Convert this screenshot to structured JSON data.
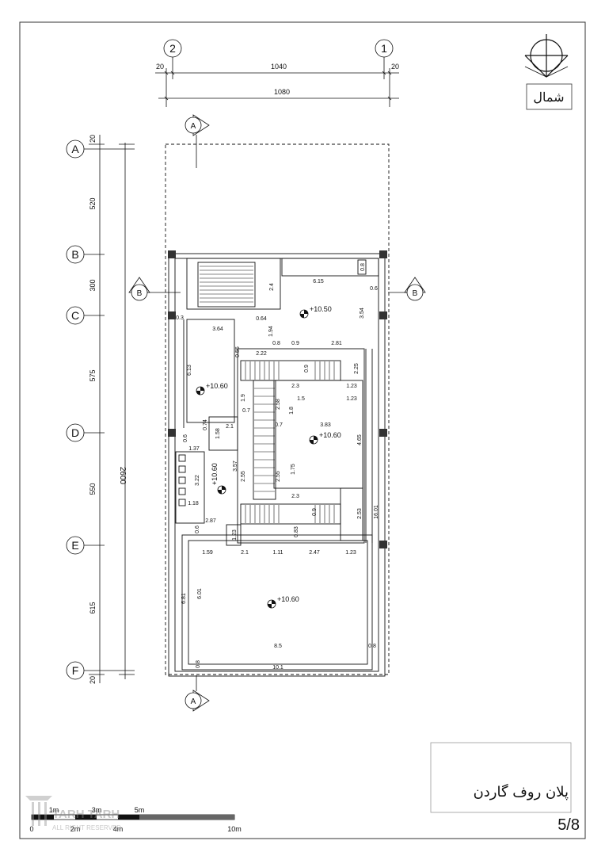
{
  "grid": {
    "columns": [
      "2",
      "1"
    ],
    "rows": [
      "A",
      "B",
      "C",
      "D",
      "E",
      "F"
    ],
    "row_spacings": [
      "20",
      "520",
      "300",
      "575",
      "550",
      "615",
      "20"
    ],
    "total_height": "2600",
    "col_dims": {
      "left_end": "20",
      "middle": "1040",
      "right_end": "20",
      "overall": "1080"
    }
  },
  "section_markers": {
    "a": "A",
    "b": "B"
  },
  "north_label": "شمال",
  "levels": {
    "upper": "+10.50",
    "main": "+10.60"
  },
  "dimensions": {
    "d_2_4": "2.4",
    "d_0_8_top": "0.8",
    "d_6_15": "6.15",
    "d_0_6": "0.6",
    "d_3_54": "3.54",
    "d_0_3": "0.3",
    "d_3_64": "3.64",
    "d_0_64": "0.64",
    "d_1_94": "1.94",
    "d_0_8_b": "0.8",
    "d_0_9_a": "0.9",
    "d_2_81": "2.81",
    "d_0_55": "0.55",
    "d_2_22": "2.22",
    "d_0_9_b": "0.9",
    "d_2_25": "2.25",
    "d_6_13": "6.13",
    "d_2_3_a": "2.3",
    "d_1_23_a": "1.23",
    "d_1_9": "1.9",
    "d_1_5": "1.5",
    "d_1_23_b": "1.23",
    "d_2_58": "2.58",
    "d_1_8": "1.8",
    "d_0_7_a": "0.7",
    "d_0_74": "0.74",
    "d_2_1_a": "2.1",
    "d_0_7_b": "0.7",
    "d_3_83": "3.83",
    "d_1_58": "1.58",
    "d_0_6_b": "0.6",
    "d_1_37": "1.37",
    "d_4_65": "4.65",
    "d_3_22": "3.22",
    "d_3_57": "3.57",
    "d_2_55_a": "2.55",
    "d_2_55_b": "2.55",
    "d_1_75": "1.75",
    "d_1_18": "1.18",
    "d_2_3_b": "2.3",
    "d_2_53": "2.53",
    "d_16_01": "16.01",
    "d_0_9_c": "0.9",
    "d_2_87": "2.87",
    "d_0_6_c": "0.6",
    "d_1_23_c": "1.23",
    "d_0_83": "0.83",
    "d_1_59": "1.59",
    "d_2_1_b": "2.1",
    "d_1_11": "1.11",
    "d_2_47": "2.47",
    "d_1_23_d": "1.23",
    "d_6_81": "6.81",
    "d_6_01": "6.01",
    "d_8_5": "8.5",
    "d_0_8_c": "0.8",
    "d_0_8_d": "0.8",
    "d_10_1": "10.1"
  },
  "title": "پلان روف گاردن",
  "sheet_number": "5/8",
  "scale_bar": {
    "top_labels": [
      "1m",
      "3m",
      "5m"
    ],
    "bottom_labels": [
      "0",
      "2m",
      "4m",
      "10m"
    ]
  },
  "watermark": {
    "brand": "TARH TARH",
    "rights": "ALL RIGHT RESERVED"
  }
}
